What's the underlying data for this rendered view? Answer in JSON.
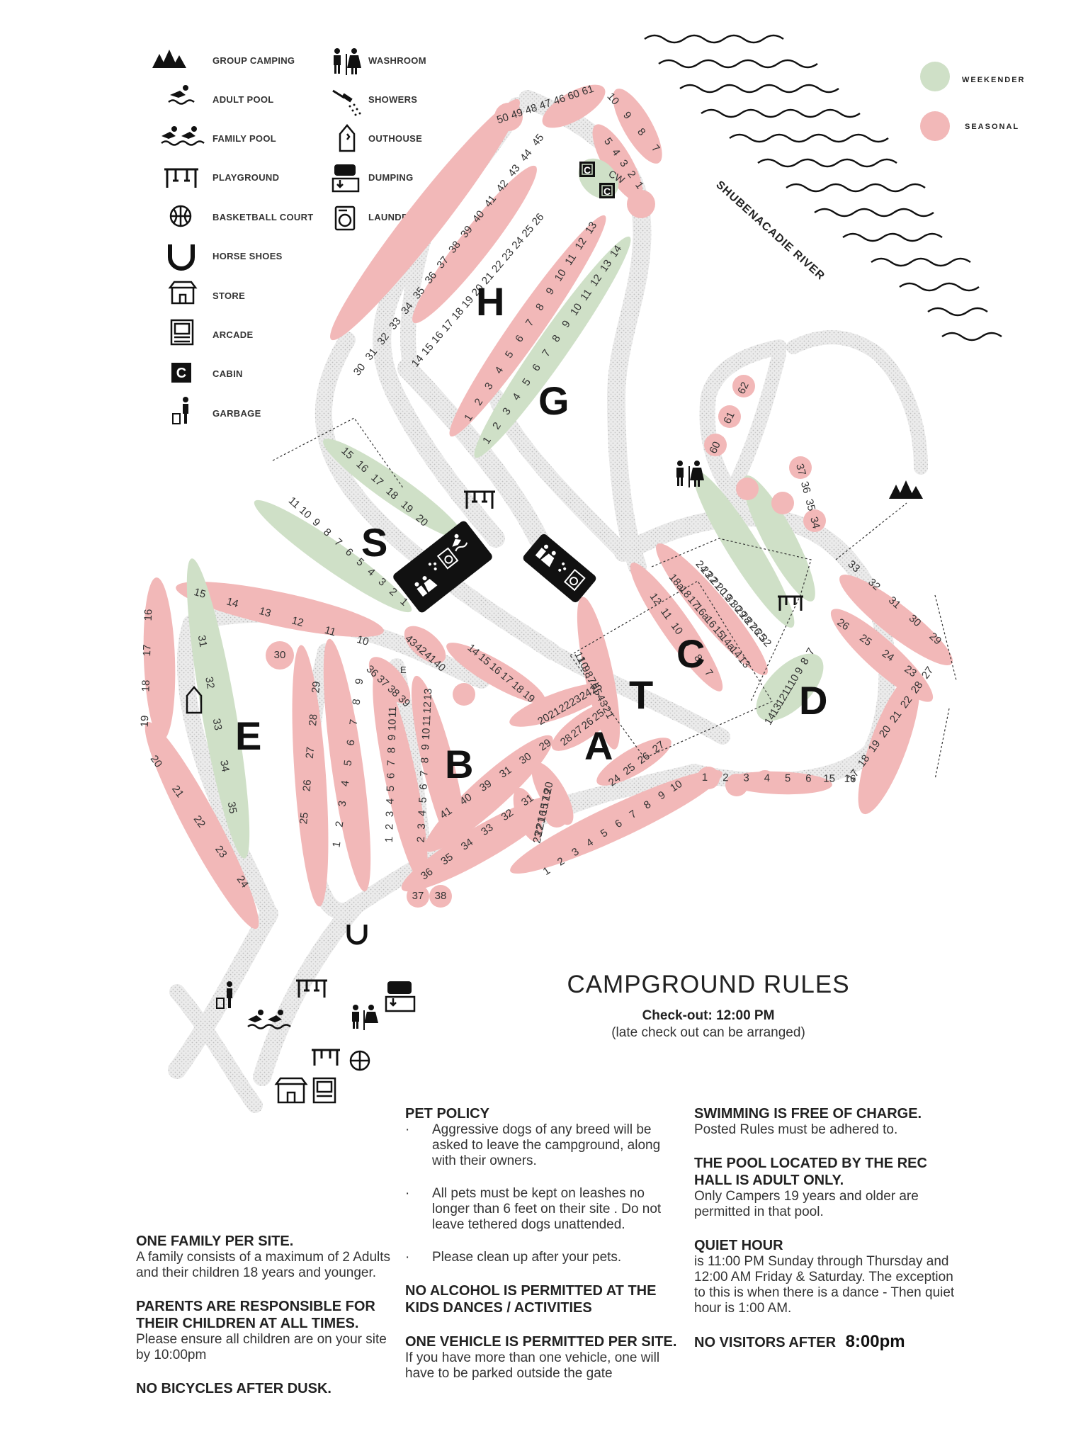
{
  "legend": {
    "items": [
      {
        "icon": "group-camping-icon",
        "label": "GROUP CAMPING"
      },
      {
        "icon": "adult-pool-icon",
        "label": "ADULT POOL"
      },
      {
        "icon": "family-pool-icon",
        "label": "FAMILY POOL"
      },
      {
        "icon": "playground-icon",
        "label": "PLAYGROUND"
      },
      {
        "icon": "basketball-icon",
        "label": "BASKETBALL COURT"
      },
      {
        "icon": "horseshoe-icon",
        "label": "HORSE SHOES"
      },
      {
        "icon": "store-icon",
        "label": "STORE"
      },
      {
        "icon": "arcade-icon",
        "label": "ARCADE"
      },
      {
        "icon": "cabin-icon",
        "label": "CABIN"
      },
      {
        "icon": "garbage-icon",
        "label": "GARBAGE"
      },
      {
        "icon": "washroom-icon",
        "label": "WASHROOM"
      },
      {
        "icon": "shower-icon",
        "label": "SHOWERS"
      },
      {
        "icon": "outhouse-icon",
        "label": "OUTHOUSE"
      },
      {
        "icon": "dumping-icon",
        "label": "DUMPING"
      },
      {
        "icon": "laundry-icon",
        "label": "LAUNDRY"
      }
    ],
    "cabin_glyph": "C"
  },
  "key": {
    "weekender": {
      "label": "WEEKENDER",
      "color": "#cfe0c7"
    },
    "seasonal": {
      "label": "SEASONAL",
      "color": "#f2b8b8"
    }
  },
  "river_label": "SHUBENACADIE RIVER",
  "cabin_cluster_label": "CW",
  "section_letters": [
    "H",
    "G",
    "S",
    "E",
    "B",
    "A",
    "T",
    "C",
    "D"
  ],
  "sites": {
    "H_outer": [
      "30",
      "31",
      "32",
      "33",
      "34",
      "35",
      "36",
      "37",
      "38",
      "39",
      "40",
      "41",
      "42",
      "43",
      "44",
      "45"
    ],
    "H_inner": [
      "14",
      "15",
      "16",
      "17",
      "18",
      "19",
      "20",
      "21",
      "22",
      "23",
      "24",
      "25",
      "26"
    ],
    "H_top": [
      "50",
      "49",
      "48",
      "47",
      "46",
      "60",
      "61"
    ],
    "H_right": [
      "10",
      "9",
      "8",
      "7"
    ],
    "cw_column": [
      "5",
      "4",
      "3",
      "2",
      "1"
    ],
    "G_pink": [
      "1",
      "2",
      "3",
      "4",
      "5",
      "6",
      "7",
      "8",
      "9",
      "10",
      "11",
      "12",
      "13"
    ],
    "G_green": [
      "1",
      "2",
      "3",
      "4",
      "5",
      "6",
      "7",
      "8",
      "9",
      "10",
      "11",
      "12",
      "13",
      "14"
    ],
    "S_top": [
      "15",
      "16",
      "17",
      "18",
      "19",
      "20"
    ],
    "S_bottom": [
      "11",
      "10",
      "9",
      "8",
      "7",
      "6",
      "5",
      "4",
      "3",
      "2",
      "1"
    ],
    "E_top": [
      "15",
      "14",
      "13",
      "12",
      "11",
      "10"
    ],
    "E_left": [
      "16",
      "17",
      "18",
      "19"
    ],
    "E_lower_left": [
      "20",
      "21",
      "22",
      "23",
      "24"
    ],
    "E_green": [
      "31",
      "32",
      "33",
      "34",
      "35"
    ],
    "E_circle": "30",
    "E_mid": [
      "29",
      "28",
      "27",
      "26",
      "25"
    ],
    "E_inner": [
      "9",
      "8",
      "7",
      "6",
      "5",
      "4",
      "3",
      "2",
      "1"
    ],
    "E_small": [
      "36",
      "37",
      "38",
      "39"
    ],
    "E_small2": [
      "43",
      "42",
      "41",
      "40"
    ],
    "E_letter": "E",
    "B_left": [
      "11",
      "10",
      "9",
      "8",
      "7",
      "6",
      "5",
      "4",
      "3",
      "2",
      "1"
    ],
    "B_col": [
      "13",
      "12",
      "11",
      "10",
      "9",
      "8",
      "7",
      "6",
      "5",
      "4",
      "3",
      "2"
    ],
    "B_right": [
      "14",
      "15",
      "16",
      "17",
      "18",
      "19"
    ],
    "B_diag": [
      "41",
      "40",
      "39",
      "31",
      "30",
      "29"
    ],
    "B_lower": [
      "36",
      "35",
      "34",
      "33",
      "32",
      "31"
    ],
    "B_small": [
      "20",
      "19",
      "17",
      "15",
      "16",
      "21",
      "22",
      "23"
    ],
    "B_bottom_circles": [
      "37",
      "38"
    ],
    "A_row1": [
      "20",
      "21",
      "22",
      "23",
      "24",
      "25"
    ],
    "A_row2": [
      "28",
      "27",
      "26",
      "25"
    ],
    "A_row3": [
      "24",
      "25",
      "26",
      "27"
    ],
    "A_bottom": [
      "1",
      "2",
      "3",
      "4",
      "5",
      "6",
      "7",
      "8",
      "9",
      "10"
    ],
    "T_col": [
      "11",
      "10",
      "9",
      "8",
      "7",
      "6",
      "5",
      "4",
      "3",
      "2",
      "1"
    ],
    "C_pink1": [
      "12",
      "11",
      "10",
      "9",
      "8",
      "7"
    ],
    "C_pink2": [
      "18a",
      "18",
      "17",
      "16a",
      "16",
      "15",
      "14a",
      "14",
      "13"
    ],
    "C_green": [
      "24",
      "23",
      "22",
      "21",
      "20",
      "19",
      "31",
      "30",
      "29",
      "28",
      "27",
      "26",
      "25",
      "32"
    ],
    "D_green": [
      "14",
      "13",
      "12",
      "11",
      "10",
      "9",
      "8",
      "7"
    ],
    "D_right": [
      "33",
      "32",
      "31",
      "30",
      "29"
    ],
    "D_right2": [
      "26",
      "25",
      "24",
      "23"
    ],
    "D_arc": [
      "27",
      "28",
      "22",
      "21",
      "20",
      "19",
      "18",
      "17"
    ],
    "D_bottom": [
      "1",
      "2",
      "3",
      "4",
      "5",
      "6",
      "15",
      "16"
    ],
    "circles_top": [
      "62",
      "61",
      "60"
    ],
    "circles_mid": [
      "37",
      "36",
      "35",
      "34"
    ]
  },
  "rules": {
    "title": "CAMPGROUND RULES",
    "checkout": "Check-out: 12:00 PM",
    "late_checkout": "(late check out can be arranged)",
    "one_family_title": "ONE FAMILY PER SITE.",
    "one_family_text": "A family consists of a maximum of 2 Adults and their children 18 years and younger.",
    "parents_title": "PARENTS ARE RESPONSIBLE FOR THEIR CHILDREN AT ALL TIMES.",
    "parents_text": "Please ensure all children are on your site by",
    "parents_time": "10:00pm",
    "no_bicycles": "NO BICYCLES AFTER DUSK.",
    "pet_title": "PET POLICY",
    "pet_bullet": "·",
    "pet_items": [
      "Aggressive dogs of any breed will be asked to leave the campground, along with their owners.",
      "All pets must be kept on leashes no longer than 6 feet on their site . Do not leave tethered dogs unattended.",
      "Please clean up after your pets."
    ],
    "alcohol_title": "NO ALCOHOL IS PERMITTED AT THE KIDS DANCES / ACTIVITIES",
    "vehicle_title": "ONE VEHICLE IS PERMITTED PER SITE.",
    "vehicle_text": "If you have more than one vehicle, one will have to be parked outside the gate",
    "swim_title": "SWIMMING IS FREE OF CHARGE.",
    "swim_text": "Posted Rules must be adhered to.",
    "pool_title": "THE POOL LOCATED BY THE REC HALL IS ADULT ONLY.",
    "pool_text": "Only Campers 19 years and older are permitted in that pool.",
    "quiet_title": "QUIET HOUR",
    "quiet_text": "is 11:00 PM Sunday through Thursday and 12:00 AM Friday & Saturday. The exception to this is when there is a dance - Then quiet hour is 1:00 AM.",
    "visitors_title": "NO VISITORS AFTER",
    "visitors_time": "8:00pm"
  }
}
